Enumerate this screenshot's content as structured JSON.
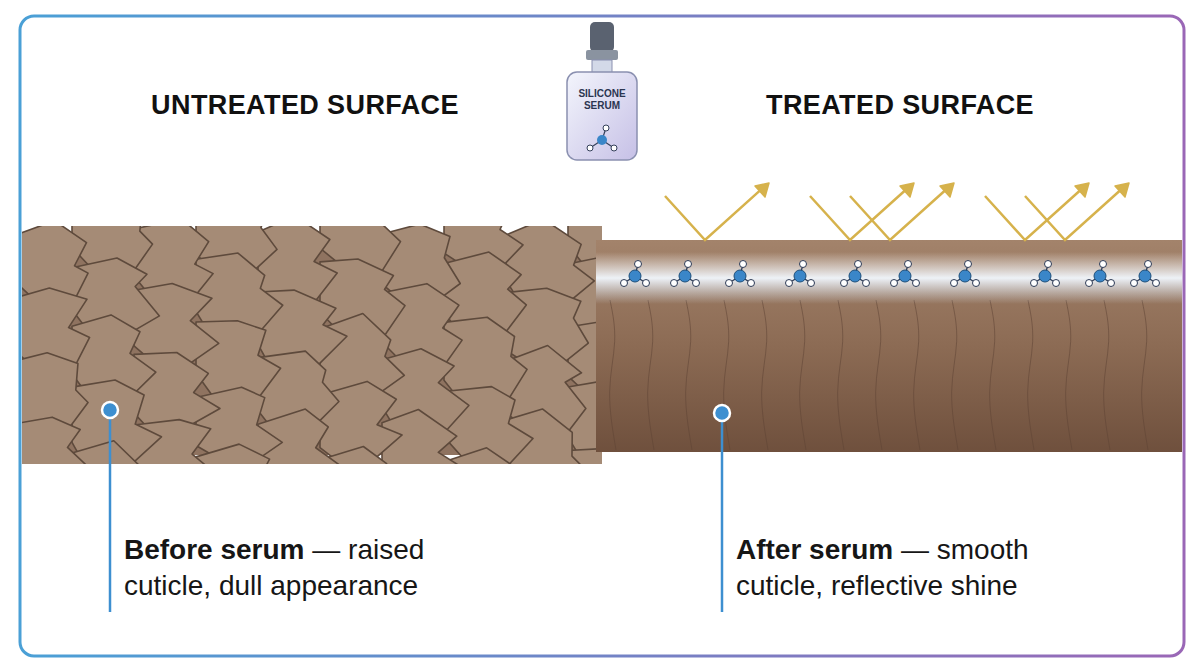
{
  "diagram": {
    "nodes": [
      {
        "text": [
          "SILICONE SERUM"
        ]
      }
    ],
    "labels": [
      "UNTREATED SURFACE",
      "TREATED SURFACE",
      "Before serum",
      "— raised cuticle, dull appearance",
      "After serum",
      "— smooth cuticle, reflective shine"
    ]
  }
}
